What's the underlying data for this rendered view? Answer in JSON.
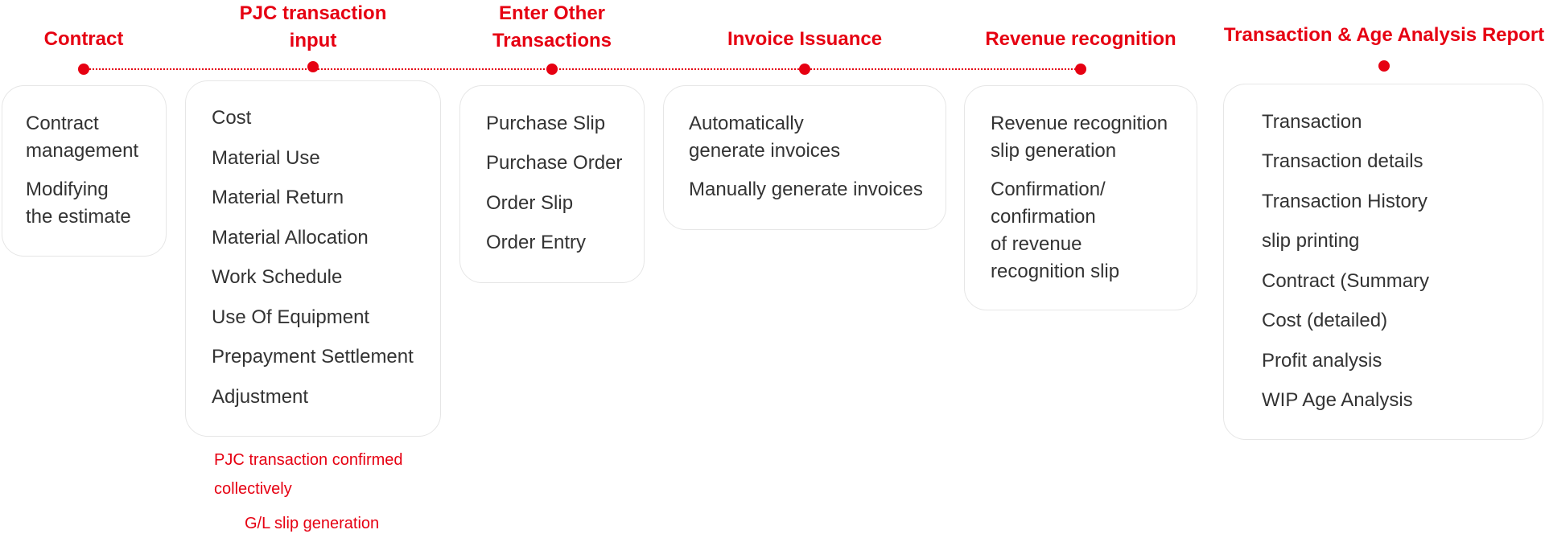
{
  "accent_color": "#e60012",
  "stages": [
    {
      "title_lines": [
        "Contract"
      ],
      "items": [
        [
          "Contract",
          "management"
        ],
        [
          "Modifying",
          "the estimate"
        ]
      ]
    },
    {
      "title_lines": [
        "PJC transaction",
        "input"
      ],
      "items": [
        [
          "Cost"
        ],
        [
          "Material Use"
        ],
        [
          "Material Return"
        ],
        [
          "Material Allocation"
        ],
        [
          "Work Schedule"
        ],
        [
          "Use Of Equipment"
        ],
        [
          "Prepayment Settlement"
        ],
        [
          "Adjustment"
        ]
      ],
      "notes": {
        "confirmed": [
          "PJC transaction confirmed",
          "collectively"
        ],
        "gl": "G/L slip generation"
      }
    },
    {
      "title_lines": [
        "Enter Other",
        "Transactions"
      ],
      "items": [
        [
          "Purchase Slip"
        ],
        [
          "Purchase Order"
        ],
        [
          "Order Slip"
        ],
        [
          "Order Entry"
        ]
      ]
    },
    {
      "title_lines": [
        "Invoice Issuance"
      ],
      "items": [
        [
          "Automatically",
          "generate invoices"
        ],
        [
          "Manually generate invoices"
        ]
      ]
    },
    {
      "title_lines": [
        "Revenue recognition"
      ],
      "items": [
        [
          "Revenue recognition",
          "slip generation"
        ],
        [
          "Confirmation/",
          "confirmation",
          "of revenue",
          "recognition slip"
        ]
      ]
    },
    {
      "title_lines": [
        "Transaction & Age Analysis Report"
      ],
      "items": [
        [
          "Transaction"
        ],
        [
          "Transaction details"
        ],
        [
          "Transaction History"
        ],
        [
          "slip printing"
        ],
        [
          "Contract (Summary"
        ],
        [
          "Cost (detailed)"
        ],
        [
          "Profit analysis"
        ],
        [
          "WIP Age Analysis"
        ]
      ]
    }
  ]
}
